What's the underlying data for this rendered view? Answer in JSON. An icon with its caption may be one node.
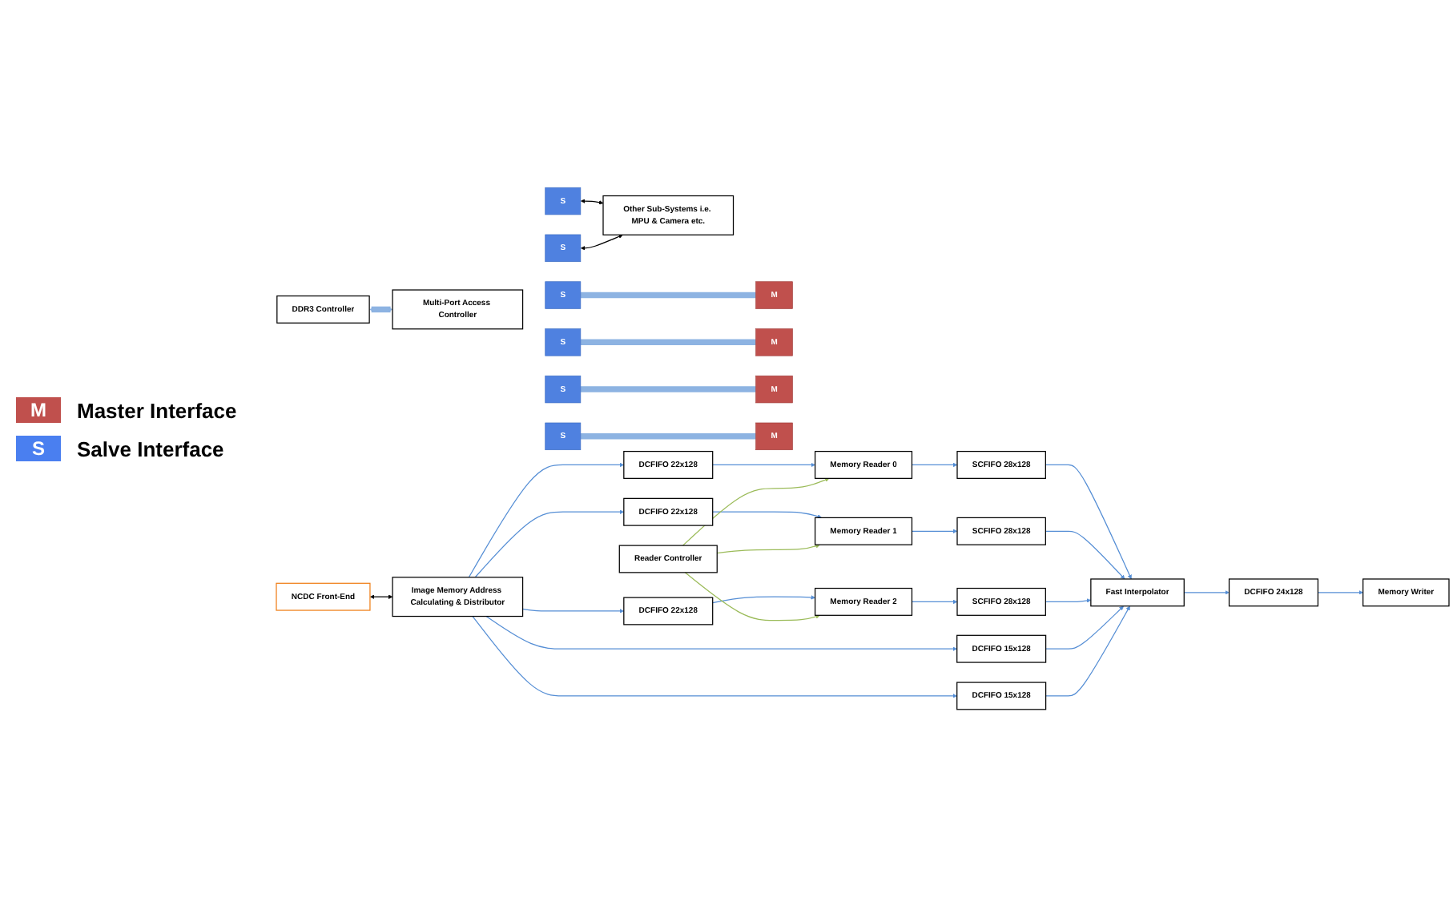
{
  "diagram": {
    "nodes": [
      {
        "text": [
          "NCDC Front-End"
        ]
      },
      {
        "text": [
          "Image Memory Address Calculating & Distributor"
        ]
      },
      {
        "text": [
          "DDR3 Controller"
        ]
      },
      {
        "text": [
          "Multi-Port Access Controller"
        ]
      },
      {
        "text": [
          "Other Sub-Systems i.e. MPU & Camera etc."
        ]
      },
      {
        "text": [
          "DCFIFO 22x128"
        ]
      },
      {
        "text": [
          "Memory Reader 0"
        ]
      },
      {
        "text": [
          "SCFIFO 28x128"
        ]
      },
      {
        "text": [
          "Reader Controller"
        ]
      },
      {
        "text": [
          "DCFIFO 22x128"
        ]
      },
      {
        "text": [
          "Memory Reader 1"
        ]
      },
      {
        "text": [
          "SCFIFO 28x128"
        ]
      },
      {
        "text": [
          "DCFIFO 22x128"
        ]
      },
      {
        "text": [
          "Memory Reader 2"
        ]
      },
      {
        "text": [
          "SCFIFO 28x128"
        ]
      },
      {
        "text": [
          "DCFIFO 15x128"
        ]
      },
      {
        "text": [
          "DCFIFO 15x128"
        ]
      },
      {
        "text": [
          "Fast Interpolator"
        ]
      },
      {
        "text": [
          "DCFIFO 24x128"
        ]
      },
      {
        "text": [
          "Memory Writer"
        ]
      },
      {
        "text": [
          "S"
        ]
      },
      {
        "text": [
          "S"
        ]
      },
      {
        "text": [
          "S"
        ]
      },
      {
        "text": [
          "S"
        ]
      },
      {
        "text": [
          "S"
        ]
      },
      {
        "text": [
          "S"
        ]
      },
      {
        "text": [
          "M"
        ]
      },
      {
        "text": [
          "M"
        ]
      },
      {
        "text": [
          "M"
        ]
      },
      {
        "text": [
          "M"
        ]
      }
    ],
    "edges": [
      {
        "from": 0,
        "to": 1,
        "arrow": "both",
        "color": "#000000"
      },
      {
        "from": 2,
        "to": 3,
        "arrow": "both",
        "style": "thick",
        "color": "#8db3e2"
      },
      {
        "from": 20,
        "to": 4,
        "arrow": "both",
        "color": "#000000"
      },
      {
        "from": 21,
        "to": 4,
        "arrow": "both",
        "color": "#000000"
      },
      {
        "from": 22,
        "to": 26,
        "arrow": "none",
        "style": "thick",
        "color": "#8db3e2"
      },
      {
        "from": 23,
        "to": 27,
        "arrow": "none",
        "style": "thick",
        "color": "#8db3e2"
      },
      {
        "from": 24,
        "to": 28,
        "arrow": "none",
        "style": "thick",
        "color": "#8db3e2"
      },
      {
        "from": 25,
        "to": 29,
        "arrow": "none",
        "style": "thick",
        "color": "#8db3e2"
      },
      {
        "from": 1,
        "to": 5,
        "arrow": "to"
      },
      {
        "from": 1,
        "to": 9,
        "arrow": "to"
      },
      {
        "from": 1,
        "to": 12,
        "arrow": "to"
      },
      {
        "from": 1,
        "to": 15,
        "arrow": "to"
      },
      {
        "from": 1,
        "to": 16,
        "arrow": "to"
      },
      {
        "from": 5,
        "to": 6,
        "arrow": "to"
      },
      {
        "from": 6,
        "to": 7,
        "arrow": "to"
      },
      {
        "from": 9,
        "to": 10,
        "arrow": "to"
      },
      {
        "from": 10,
        "to": 11,
        "arrow": "to"
      },
      {
        "from": 12,
        "to": 13,
        "arrow": "to"
      },
      {
        "from": 13,
        "to": 14,
        "arrow": "to"
      },
      {
        "from": 8,
        "to": 6,
        "arrow": "to",
        "color": "#9bbb59"
      },
      {
        "from": 8,
        "to": 10,
        "arrow": "to",
        "color": "#9bbb59"
      },
      {
        "from": 8,
        "to": 13,
        "arrow": "to",
        "color": "#9bbb59"
      },
      {
        "from": 7,
        "to": 17,
        "arrow": "to"
      },
      {
        "from": 11,
        "to": 17,
        "arrow": "to"
      },
      {
        "from": 14,
        "to": 17,
        "arrow": "to"
      },
      {
        "from": 15,
        "to": 17,
        "arrow": "to"
      },
      {
        "from": 16,
        "to": 17,
        "arrow": "to"
      },
      {
        "from": 17,
        "to": 18,
        "arrow": "to"
      },
      {
        "from": 18,
        "to": 19,
        "arrow": "to"
      }
    ],
    "labels": [
      "M",
      "S"
    ],
    "legend": [
      {
        "text": "Master Interface",
        "color": "#c0504d"
      },
      {
        "text": "Salve Interface",
        "color": "#4a7ff0"
      }
    ]
  }
}
